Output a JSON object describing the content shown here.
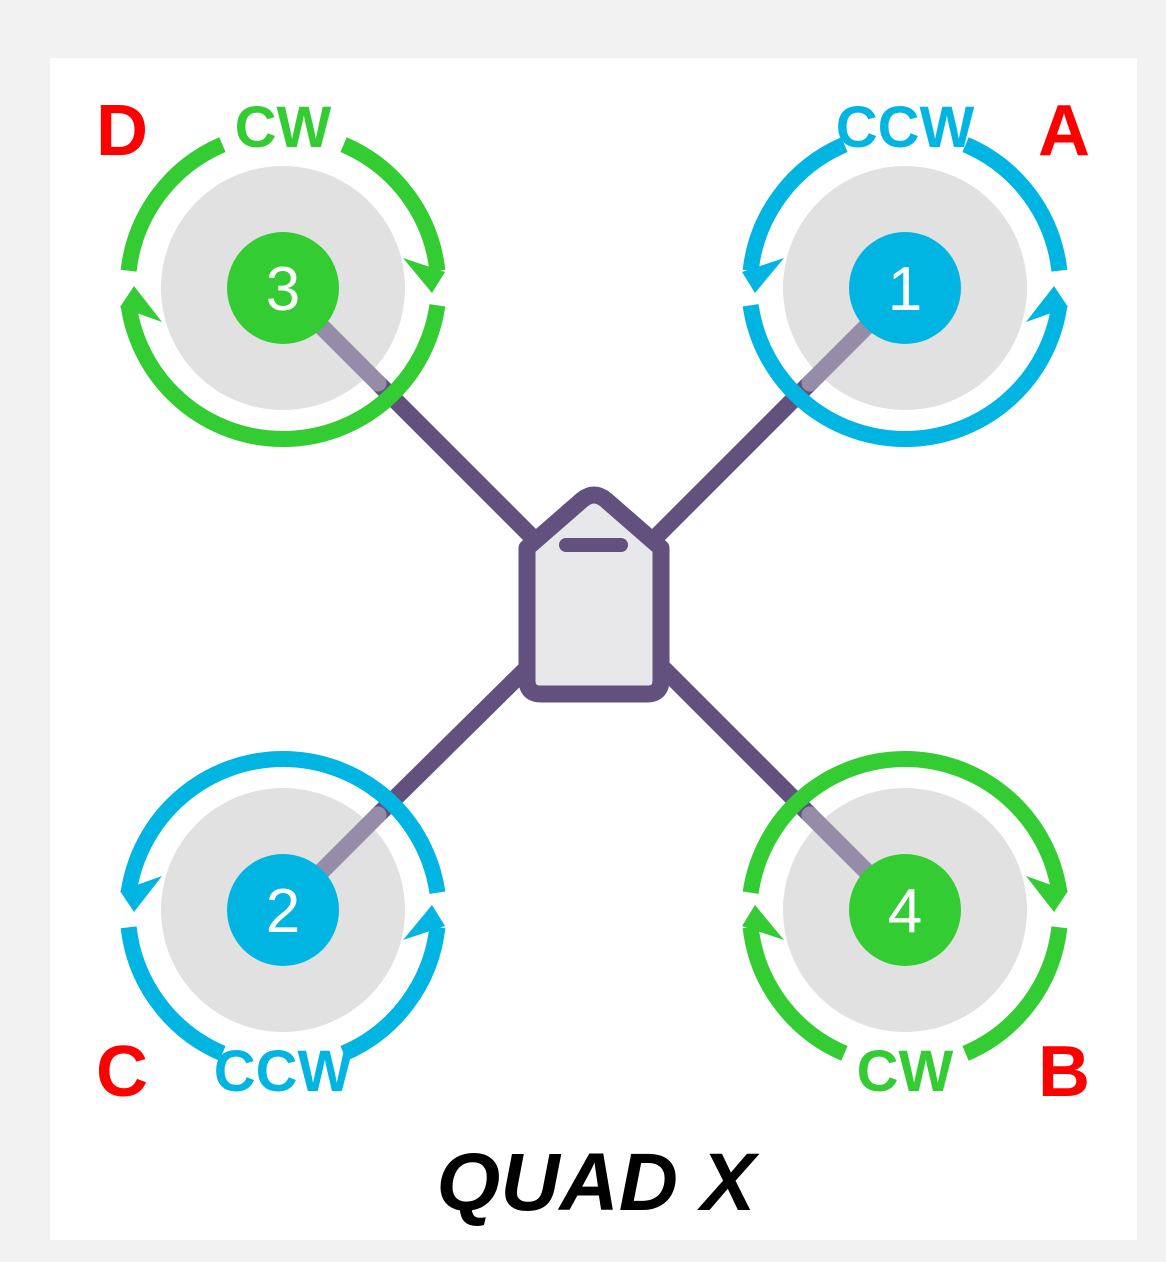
{
  "colors": {
    "page_background": "#f2f2f2",
    "panel_background": "#ffffff",
    "prop_disc": "#e1e1e1",
    "frame": "#62517f",
    "frame_over_prop": "#958ca8",
    "body_fill": "#e8e8ea",
    "cw": "#33cc33",
    "ccw": "#00b5e2",
    "letter": "#ff0000"
  },
  "title": "QUAD X",
  "motors": [
    {
      "id": "motor-1",
      "number": "1",
      "direction": "CCW",
      "corner_letter": "A",
      "position": "front-right"
    },
    {
      "id": "motor-2",
      "number": "2",
      "direction": "CCW",
      "corner_letter": "C",
      "position": "rear-left"
    },
    {
      "id": "motor-3",
      "number": "3",
      "direction": "CW",
      "corner_letter": "D",
      "position": "front-left"
    },
    {
      "id": "motor-4",
      "number": "4",
      "direction": "CW",
      "corner_letter": "B",
      "position": "rear-right"
    }
  ]
}
